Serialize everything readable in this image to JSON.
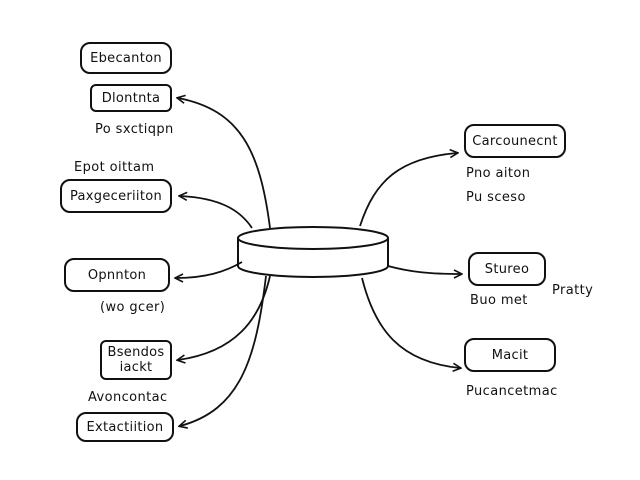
{
  "left_nodes": [
    {
      "box": "Ebecanton"
    },
    {
      "box": "Dlontnta",
      "sub": "Po sxctiqpn"
    },
    {
      "top_label": "Epot oittam",
      "box": "Paxgeceriiton"
    },
    {
      "box": "Opnnton",
      "sub": "(wo gcer)"
    },
    {
      "box_lines": [
        "Bsendos",
        "iackt"
      ],
      "sub": "Avoncontac"
    },
    {
      "box": "Extactiition"
    }
  ],
  "right_nodes": [
    {
      "box": "Carcounecnt",
      "sub1": "Pno aiton",
      "sub2": "Pu sceso"
    },
    {
      "box": "Stureo",
      "sub": "Buo met",
      "side": "Pratty"
    },
    {
      "box": "Macit",
      "sub": "Pucancetmac"
    }
  ]
}
